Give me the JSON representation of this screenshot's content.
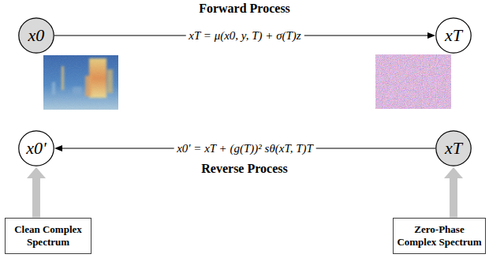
{
  "diagram": {
    "nodes": [
      {
        "text": [
          "x0"
        ]
      },
      {
        "text": [
          "xT"
        ]
      },
      {
        "text": [
          "x0'"
        ]
      },
      {
        "text": [
          "xT"
        ]
      },
      {
        "text": [
          "Clean Complex Spectrum"
        ]
      },
      {
        "text": [
          "Zero-Phase Complex Spectrum"
        ]
      }
    ],
    "edges": [
      {
        "from": 0,
        "to": 1,
        "arrow": "to",
        "label": "xT = μ(x0, y, T) + σ(T)z"
      },
      {
        "from": 3,
        "to": 2,
        "arrow": "to",
        "label": "x0' = xT + (g(T))² sθ(xT, T)T"
      },
      {
        "from": 4,
        "to": 2,
        "arrow": "to"
      },
      {
        "from": 5,
        "to": 3,
        "arrow": "to"
      }
    ],
    "labels": [
      "Forward Process",
      "Reverse Process"
    ]
  }
}
